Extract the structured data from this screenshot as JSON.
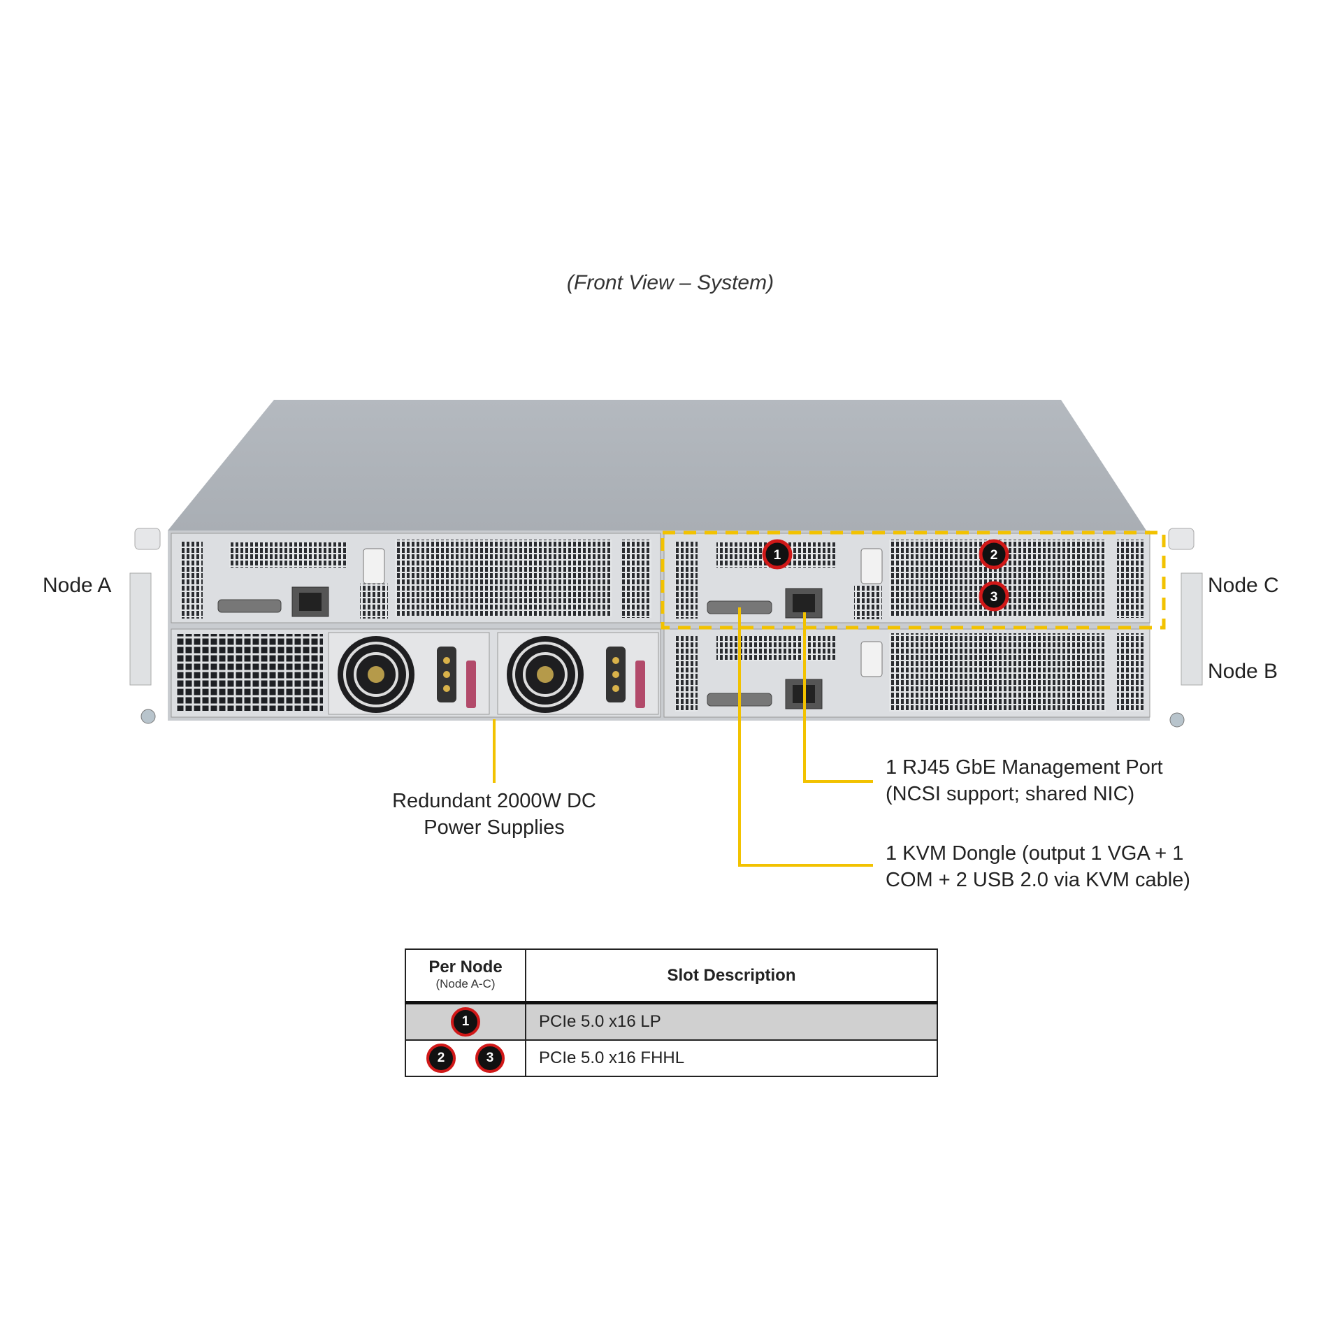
{
  "title": "(Front View – System)",
  "nodes": {
    "a": "Node A",
    "b": "Node B",
    "c": "Node C"
  },
  "callouts": {
    "psu": [
      "Redundant 2000W DC",
      "Power Supplies"
    ],
    "rj45": [
      "1 RJ45 GbE Management Port",
      "(NCSI support; shared NIC)"
    ],
    "kvm": [
      "1 KVM Dongle (output 1 VGA + 1",
      "COM + 2 USB 2.0 via KVM cable)"
    ]
  },
  "badges": [
    "1",
    "2",
    "3"
  ],
  "colors": {
    "callout_line": "#f2c200",
    "badge_ring": "#d01818",
    "badge_fill": "#111111",
    "highlight_row": "#d0d0d0"
  },
  "table": {
    "header": {
      "col1": "Per Node",
      "col1_sub": "(Node A-C)",
      "col2": "Slot Description"
    },
    "rows": [
      {
        "badges": [
          "1"
        ],
        "description": "PCIe 5.0 x16 LP"
      },
      {
        "badges": [
          "2",
          "3"
        ],
        "description": "PCIe 5.0 x16 FHHL"
      }
    ]
  }
}
